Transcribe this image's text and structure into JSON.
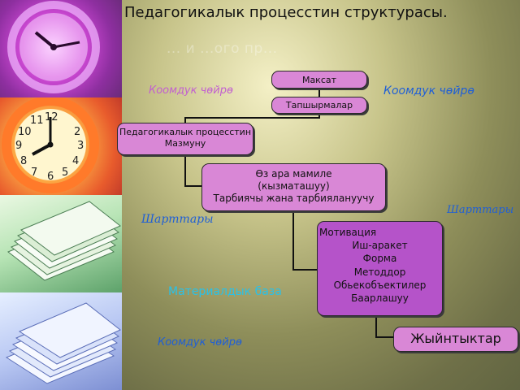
{
  "title": "Педагогикалык процесстин структурасы.",
  "ghost_subtitle": "... и ...ого пр...",
  "decor": {
    "left_top": "Коомдук чөйрө",
    "right_top": "Коомдук чөйрө",
    "left_mid": "Шарттары",
    "right_mid": "Шарттары",
    "material": "Материалдык база",
    "left_bottom": "Коомдук чөйрө"
  },
  "colors": {
    "box_pink": "#d987d6",
    "box_purple": "#b553c9",
    "blue_text": "#1f5fd6",
    "pink_text": "#c25fd0",
    "cyan_text": "#29c1e8"
  },
  "boxes": {
    "maksat": "Максат",
    "tapshyrmalar": "Тапшырмалар",
    "mazmun": [
      "Педагогикалык процесстин",
      "Мазмуну"
    ],
    "ozara": [
      "Өз ара мамиле",
      "(кызматашуу)",
      "Тарбиячы жана тарбиялануучу"
    ],
    "motivation": [
      "Мотивация",
      "Иш-аракет",
      "Форма",
      "Методдор",
      "Обьекобъектилер",
      "Баарлашуу"
    ],
    "result": "Жыйнтыктар"
  },
  "collage_icons": [
    "clock-purple-icon",
    "clock-orange-icon",
    "stacked-papers-green-icon",
    "stacked-papers-blue-icon"
  ]
}
